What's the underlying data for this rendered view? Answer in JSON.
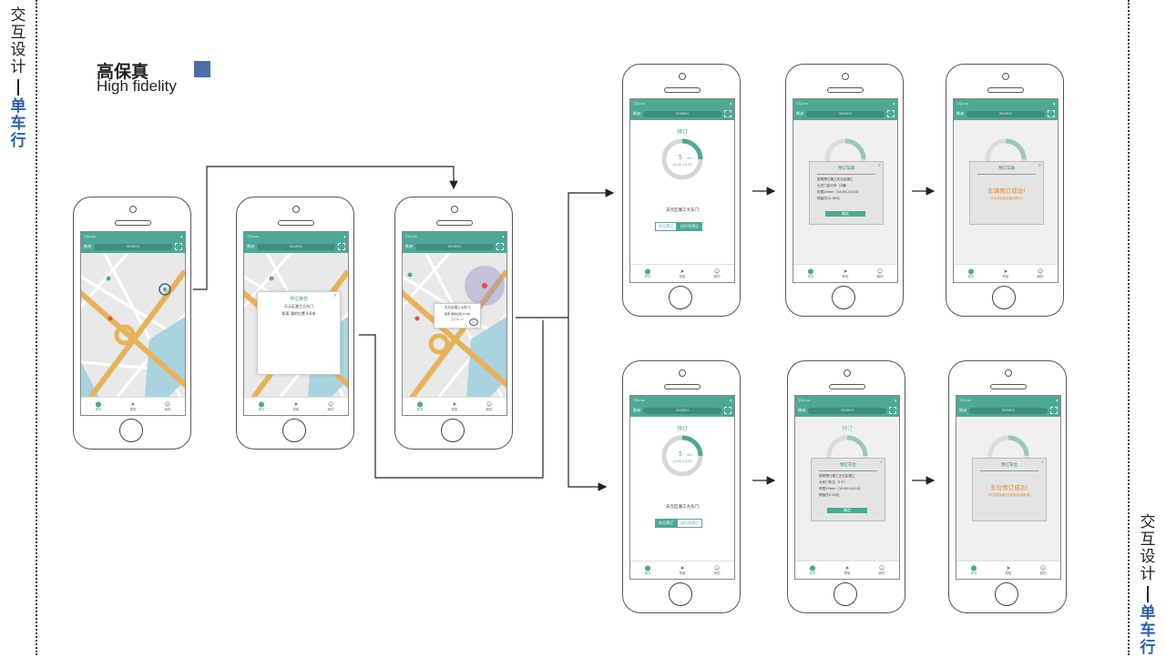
{
  "side_label": {
    "line1_chars": [
      "交",
      "互",
      "设",
      "计"
    ],
    "line2_chars": [
      "单",
      "车",
      "行"
    ]
  },
  "header": {
    "title": "高保真",
    "subtitle": "High fidelity"
  },
  "colors": {
    "accent": "#4fa896",
    "brand_blue": "#2b5fa3",
    "title_square": "#4a6fa5",
    "road": "#e6b35b",
    "water": "#a9d3de",
    "success_orange": "#e8872c"
  },
  "app": {
    "status_time": "下午2:00",
    "city": "株洲",
    "search_placeholder": "SEARCH",
    "tabs": [
      "首页",
      "导航",
      "我的"
    ],
    "tab_icons": [
      "pin-icon",
      "navigate-icon",
      "user-icon"
    ]
  },
  "map_popup_park": {
    "title": "停位推荐",
    "location": "天元区湘工大东门",
    "distance": "距离 我的位置 8.6米"
  },
  "map_popup_bike": {
    "location": "天元区湘工大东门",
    "distance": "距离 我的位置 8.6米",
    "counts": "自行车 12",
    "badge": "预订"
  },
  "booking": {
    "title": "预订",
    "minutes": "5",
    "unit": "min",
    "time_range": "14:00-14:05",
    "location": "天元区湘工大东门",
    "btn_park": "车位预订",
    "btn_bike": "自行车预订"
  },
  "modal_bike": {
    "title": "预订车辆",
    "line1": "您将预订湘工天元区湘工",
    "line2": "大东门自行车（1辆）",
    "line3": "时限10min（14:00-14:10）",
    "line4": "押金付12.00元",
    "confirm": "确定",
    "success": "车辆预订成功!",
    "success_note": "（5分钟后自动取消预订）"
  },
  "modal_park": {
    "title": "预订车位",
    "line1": "您将预订湘工天元区湘工",
    "line2": "大东门车位（1个）",
    "line3": "时限10min（14:00-14:10）",
    "line4": "押金付2.00元",
    "confirm": "确定",
    "success": "车位预订成功!",
    "success_note": "（车位将保留5分钟后自动取消）"
  }
}
